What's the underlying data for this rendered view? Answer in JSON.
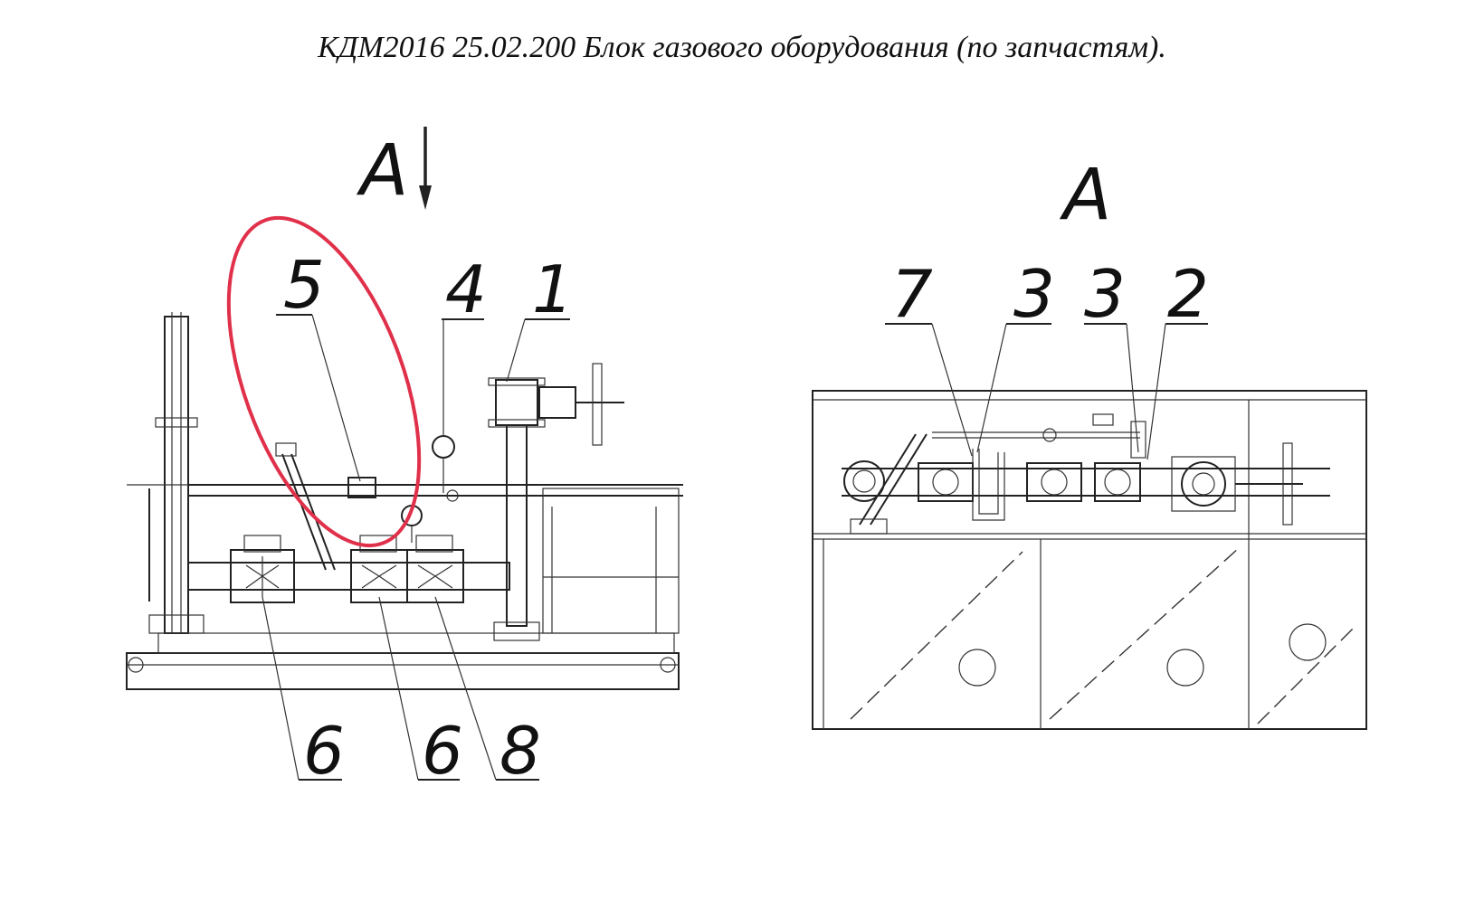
{
  "title": "КДМ2016 25.02.200 Блок газового оборудования  (по запчастям).",
  "view_marker": "A",
  "left_callouts": [
    "5",
    "4",
    "1",
    "6",
    "6",
    "8"
  ],
  "right_callouts": [
    "7",
    "3",
    "3",
    "2"
  ],
  "highlight_color": "#e0304a"
}
